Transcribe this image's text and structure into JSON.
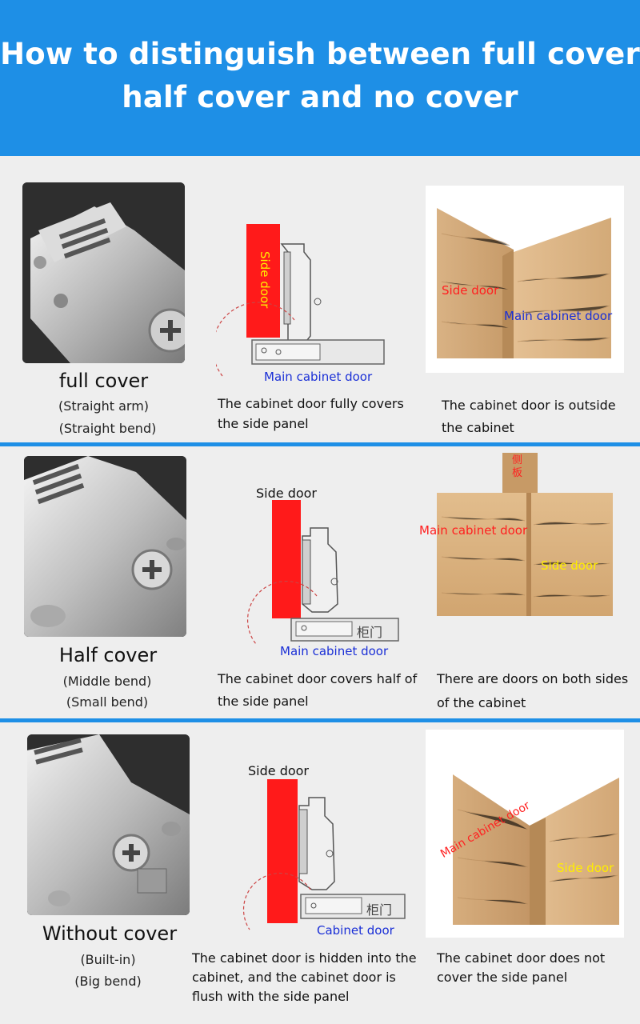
{
  "header": {
    "title_line1": "How to distinguish between full cover",
    "title_line2": "half cover and no cover"
  },
  "sections": [
    {
      "label": "full cover",
      "sub1": "(Straight arm)",
      "sub2": "(Straight bend)",
      "diagram_door_label": "Side door",
      "diagram_panel_label": "Main cabinet door",
      "diagram_desc_1": "The cabinet door fully covers",
      "diagram_desc_2": "the side panel",
      "photo_label_a": "Side door",
      "photo_label_b": "Main cabinet door",
      "photo_desc_1": "The cabinet door is outside",
      "photo_desc_2": "the cabinet"
    },
    {
      "label": "Half cover",
      "sub1": "(Middle bend)",
      "sub2": "(Small bend)",
      "diagram_door_label": "Side door",
      "diagram_panel_label": "Main cabinet door",
      "diagram_panel_cn": "柜门",
      "diagram_desc_1": "The cabinet door covers half of",
      "diagram_desc_2": "the side panel",
      "photo_top_cn": "侧板",
      "photo_label_a": "Main cabinet door",
      "photo_label_b": "Side door",
      "photo_desc_1": "There are doors on both sides",
      "photo_desc_2": "of the cabinet"
    },
    {
      "label": "Without cover",
      "sub1": "(Built-in)",
      "sub2": "(Big bend)",
      "diagram_door_label": "Side door",
      "diagram_panel_label": "Cabinet door",
      "diagram_panel_cn": "柜门",
      "diagram_desc_1": "The cabinet door is hidden into the",
      "diagram_desc_2": "cabinet, and the cabinet door is",
      "diagram_desc_3": "flush with the side panel",
      "photo_label_a": "Main cabinet door",
      "photo_label_b": "Side door",
      "photo_desc_1": "The cabinet door does not",
      "photo_desc_2": "cover the side panel"
    }
  ],
  "colors": {
    "header_blue": "#1e8fe6",
    "door_red": "#ff1a1a",
    "label_blue": "#1a2fd6",
    "label_red": "#ff2020",
    "label_yellow": "#ffee00"
  }
}
